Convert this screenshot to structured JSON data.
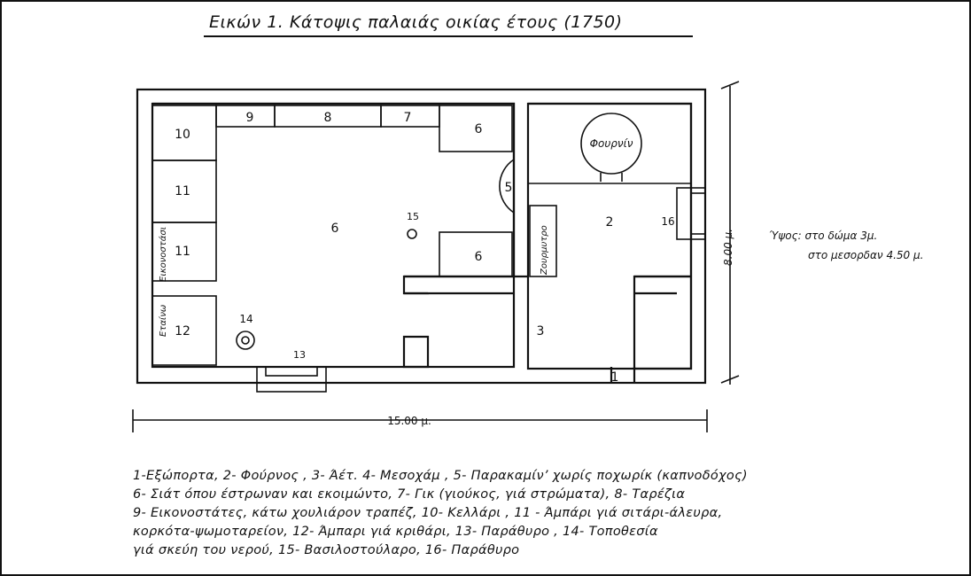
{
  "title": "Εικών 1. Κάτοψις παλαιάς οικίας έτους (1750)",
  "rooms": {
    "r10": "10",
    "r11a": "11",
    "r11b": "11",
    "r12": "12",
    "r9": "9",
    "r8": "8",
    "r7": "7",
    "r6a": "6",
    "r6b": "6",
    "r6c": "6",
    "r5": "5",
    "r15": "15",
    "r14": "14",
    "r13": "13",
    "r2": "2",
    "r16": "16",
    "r3": "3",
    "r1": "1"
  },
  "oven_label": "Φουρνίν",
  "cover_label": "Ζουρμυτρο",
  "ikonostasis_label": "Εικονοστάσι",
  "loft_label": "Εταίνω",
  "dimensions": {
    "width": "15.00 μ.",
    "height": "8.00 μ."
  },
  "height_note": {
    "line1": "Ύψος: στο δώμα 3μ.",
    "line2": "στο μεσορδαν 4.50 μ."
  },
  "legend": [
    "1-Εξώπορτα, 2- Φούρνος , 3- Άέτ. 4- Μεσοχάμ , 5- Παρακαμίν’ χωρίς ποχωρίκ (καπνοδόχος)",
    "6- Σιάτ όπου έστρωναν και εκοιμώντο, 7- Γικ (γιούκος, γιά στρώματα), 8- Ταρέζια",
    "9- Εικονοστάτες, κάτω χουλιάρον τραπέζ, 10- Κελλάρι , 11 - Άμπάρι γιά σιτάρι-άλευρα,",
    "κορκότα-ψωμοταρείον, 12- Άμπαρι γιά κριθάρι, 13- Παράθυρο , 14- Τοποθεσία",
    "γιά σκεύη του νερού, 15- Βασιλοστούλαρο, 16- Παράθυρο"
  ]
}
